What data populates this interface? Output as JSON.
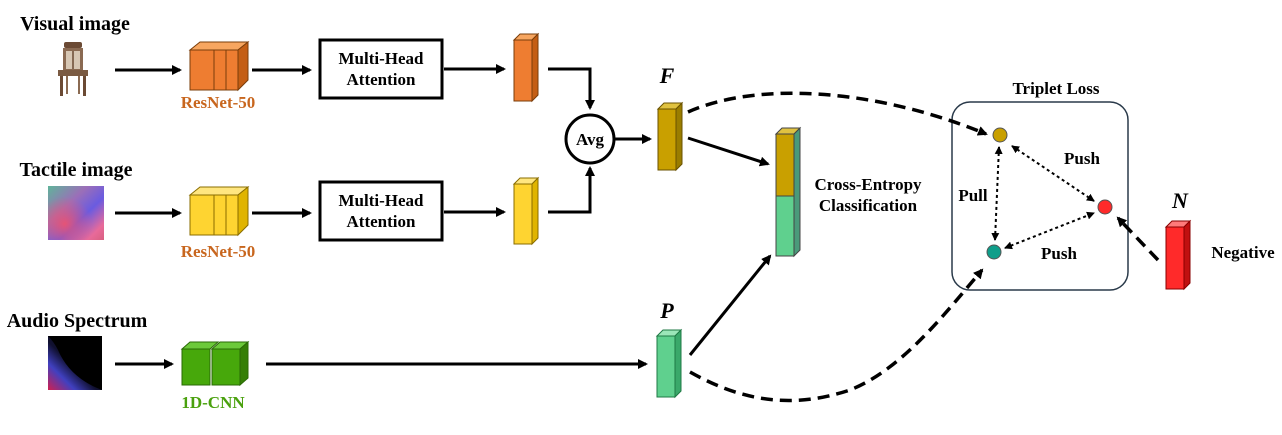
{
  "inputs": {
    "visual": "Visual image",
    "tactile": "Tactile image",
    "audio": "Audio Spectrum"
  },
  "encoders": {
    "resnet_top": "ResNet-50",
    "resnet_bottom": "ResNet-50",
    "cnn": "1D-CNN"
  },
  "attention": {
    "top_line1": "Multi-Head",
    "top_line2": "Attention",
    "bottom_line1": "Multi-Head",
    "bottom_line2": "Attention"
  },
  "avg_label": "Avg",
  "features": {
    "F": "F",
    "P": "P",
    "N": "N"
  },
  "classification": {
    "line1": "Cross-Entropy",
    "line2": "Classification"
  },
  "triplet": {
    "title": "Triplet Loss",
    "push_top": "Push",
    "pull": "Pull",
    "push_bottom": "Push"
  },
  "negative_label": "Negative",
  "colors": {
    "orange": "#ee7d31",
    "yellow": "#fed431",
    "gold": "#c9a000",
    "light_green": "#5fd08e",
    "dark_green": "#47a80b",
    "red": "#ff2a2a",
    "teal": "#0f9e8a"
  }
}
